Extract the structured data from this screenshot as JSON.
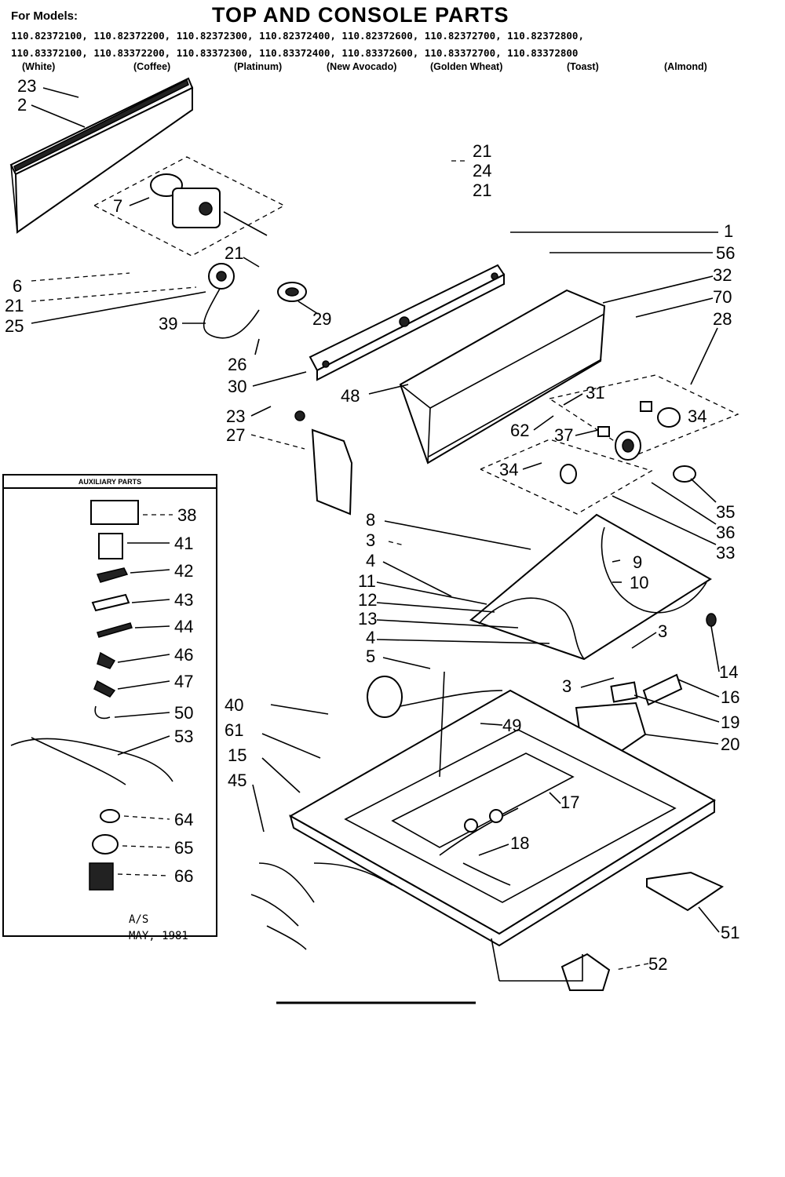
{
  "header": {
    "for_models": "For Models:",
    "title": "TOP AND CONSOLE PARTS",
    "models_row1": "110.82372100, 110.82372200, 110.82372300, 110.82372400, 110.82372600, 110.82372700, 110.82372800,",
    "models_row2": "110.83372100, 110.83372200, 110.83372300, 110.83372400, 110.83372600, 110.83372700, 110.83372800",
    "colors": [
      "(White)",
      "(Coffee)",
      "(Platinum)",
      "(New Avocado)",
      "(Golden Wheat)",
      "(Toast)",
      "(Almond)"
    ]
  },
  "auxiliary": {
    "title": "AUXILIARY PARTS",
    "parts": [
      "38",
      "41",
      "42",
      "43",
      "44",
      "46",
      "47",
      "50",
      "53",
      "64",
      "65",
      "66"
    ]
  },
  "stamp": {
    "line1": "A/S",
    "line2": "MAY, 1981"
  },
  "callouts": {
    "c23a": "23",
    "c2": "2",
    "c7": "7",
    "c21a": "21",
    "c24": "24",
    "c21b": "21",
    "c1": "1",
    "c56": "56",
    "c6": "6",
    "c21c": "21",
    "c25": "25",
    "c21d": "21",
    "c29": "29",
    "c39": "39",
    "c32": "32",
    "c70": "70",
    "c28": "28",
    "c26": "26",
    "c30": "30",
    "c48": "48",
    "c31": "31",
    "c34a": "34",
    "c23b": "23",
    "c27": "27",
    "c62": "62",
    "c37": "37",
    "c34b": "34",
    "c35": "35",
    "c36": "36",
    "c33": "33",
    "c8": "8",
    "c3a": "3",
    "c4a": "4",
    "c9": "9",
    "c10": "10",
    "c11": "11",
    "c12": "12",
    "c13": "13",
    "c4b": "4",
    "c5": "5",
    "c3b": "3",
    "c14": "14",
    "c3c": "3",
    "c16": "16",
    "c19": "19",
    "c40": "40",
    "c49": "49",
    "c20": "20",
    "c61": "61",
    "c15": "15",
    "c17": "17",
    "c45": "45",
    "c18": "18",
    "c51": "51",
    "c52": "52"
  }
}
